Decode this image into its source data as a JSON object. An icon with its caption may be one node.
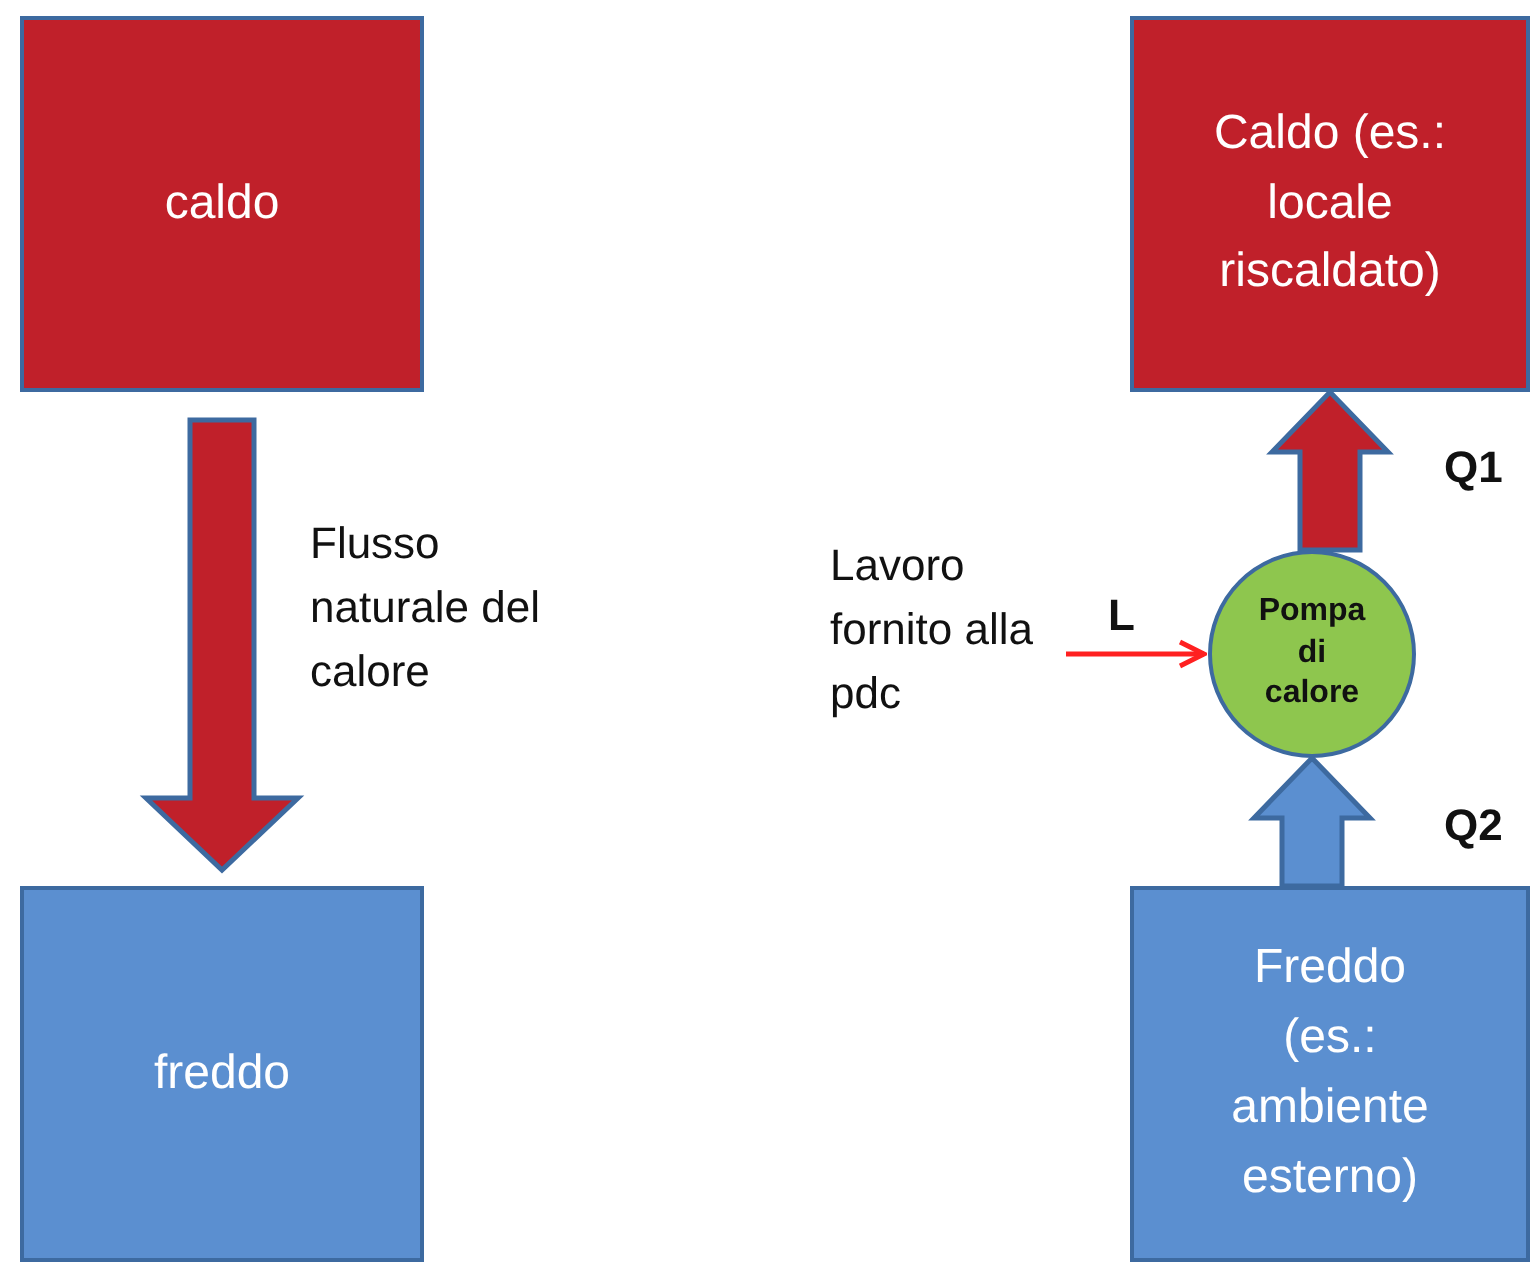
{
  "diagram": {
    "nodes": [
      {
        "text": [
          "caldo"
        ]
      },
      {
        "text": [
          "freddo"
        ]
      },
      {
        "text": [
          "Caldo (es.: locale riscaldato)"
        ]
      },
      {
        "text": [
          "Pompa di calore"
        ]
      },
      {
        "text": [
          "Freddo (es.: ambiente esterno)"
        ]
      },
      {
        "text": [
          "Lavoro fornito alla pdc"
        ]
      }
    ],
    "edges": [
      {
        "from": 0,
        "to": 1,
        "arrow": "to",
        "label": "Flusso naturale del calore",
        "style": "thick"
      },
      {
        "from": 3,
        "to": 2,
        "arrow": "to",
        "label": "Q1",
        "style": "thick"
      },
      {
        "from": 4,
        "to": 3,
        "arrow": "to",
        "label": "Q2",
        "style": "thick",
        "color": "#5b8fd0"
      },
      {
        "from": 5,
        "to": 3,
        "arrow": "to",
        "label": "L",
        "color": "#ff2020"
      }
    ]
  }
}
